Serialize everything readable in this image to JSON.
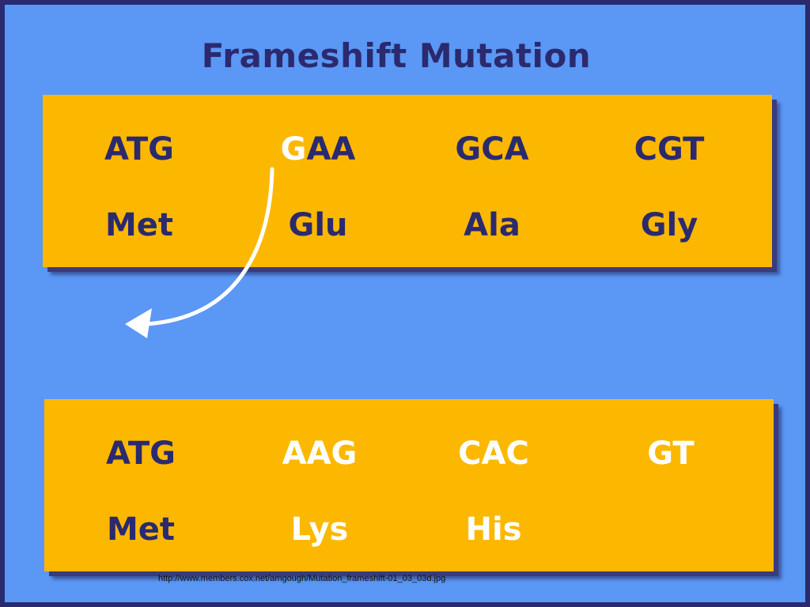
{
  "title": "Frameshift Mutation",
  "original": {
    "codons": [
      {
        "text": "ATG"
      },
      {
        "highlight": "G",
        "rest": "AA"
      },
      {
        "text": "GCA"
      },
      {
        "text": "CGT"
      }
    ],
    "amino_acids": [
      "Met",
      "Glu",
      "Ala",
      "Gly"
    ]
  },
  "mutated": {
    "codons": [
      "ATG",
      "AAG",
      "CAC",
      "GT"
    ],
    "amino_acids": [
      "Met",
      "Lys",
      "His"
    ]
  },
  "source_url": "http://www.members.cox.net/amgough/Mutation_frameshift-01_03_03d.jpg",
  "colors": {
    "background": "#5b97f5",
    "border": "#2b2a6e",
    "panel": "#fcb800",
    "text_dark": "#2b2a6e",
    "text_light": "#ffffff"
  }
}
